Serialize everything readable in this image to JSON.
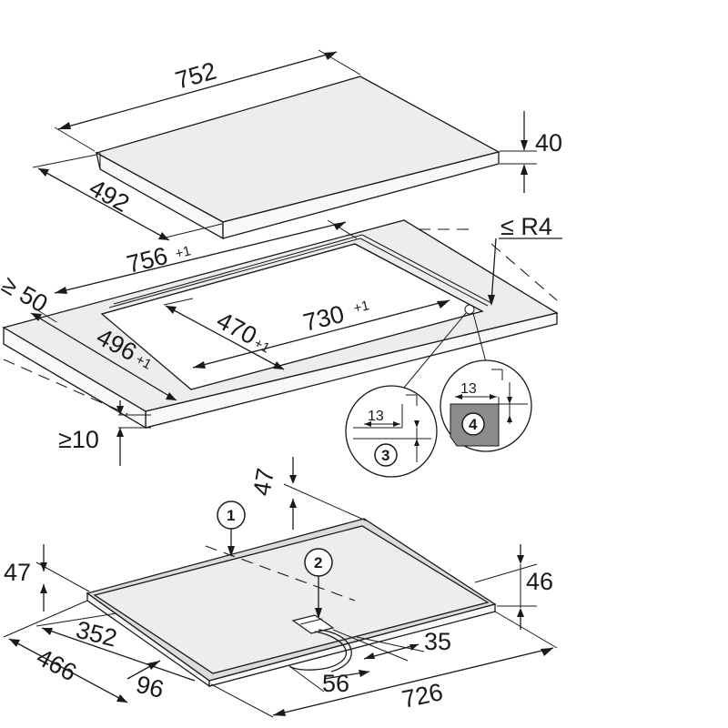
{
  "hob": {
    "width": "752",
    "depth": "492",
    "height": "40"
  },
  "cutout": {
    "outer_width": "756",
    "outer_width_tol": "+1",
    "inner_width": "730",
    "inner_width_tol": "+1",
    "inner_depth": "470",
    "inner_depth_tol": "+1",
    "outer_depth": "496",
    "outer_depth_tol": "+1",
    "radius": "≤ R4",
    "front_clearance": "≥ 50",
    "worktop_thickness": "≥10"
  },
  "details": [
    {
      "number": "3",
      "dimension": "13"
    },
    {
      "number": "4",
      "dimension": "13"
    }
  ],
  "underside": {
    "callout_1": "1",
    "callout_2": "2",
    "dim_47_top": "47",
    "dim_47_left": "47",
    "height": "46",
    "dim_352": "352",
    "dim_466": "466",
    "dim_96": "96",
    "dim_35": "35",
    "dim_56": "56",
    "width": "726"
  }
}
